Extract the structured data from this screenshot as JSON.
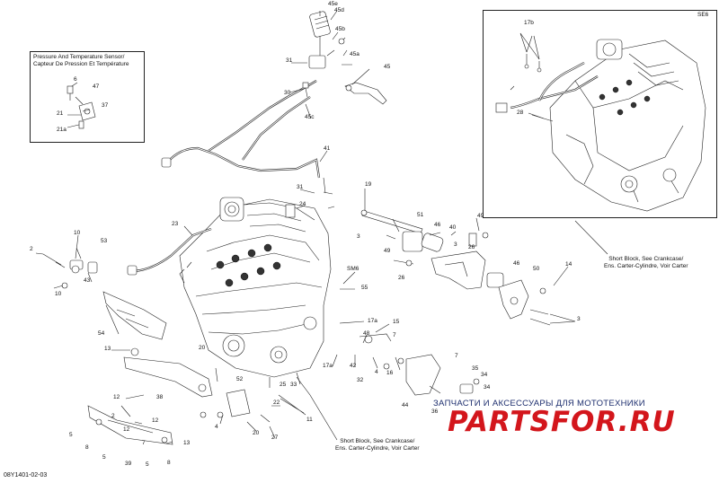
{
  "diagram": {
    "drawing_code": "08Y1401-02-03",
    "inset_pressure": {
      "title": "Pressure And Temperature Sensor/\nCapteur De Pression Et Température",
      "callouts": [
        "6",
        "47",
        "37",
        "21",
        "21a"
      ]
    },
    "inset_se6": {
      "tag": "SE6",
      "callouts": [
        "17b",
        "28"
      ],
      "caption": "Short Block, See Crankcase/\nEns. Carter-Cylindre, Voir Carter"
    },
    "bottom_caption": "Short Block, See Crankcase/\nEns. Carter-Cylindre, Voir Carter",
    "callouts": [
      "45e",
      "45d",
      "45b",
      "45a",
      "45",
      "31",
      "30",
      "45c",
      "41",
      "31",
      "24",
      "19",
      "23",
      "51",
      "46",
      "40",
      "49",
      "3",
      "3",
      "26",
      "49",
      "26",
      "2",
      "10",
      "53",
      "43",
      "10",
      "SM6",
      "55",
      "46",
      "50",
      "14",
      "3",
      "54",
      "17a",
      "15",
      "13",
      "20",
      "48",
      "7",
      "17a",
      "42",
      "7",
      "16",
      "4",
      "35",
      "32",
      "34",
      "36",
      "44",
      "34",
      "38",
      "52",
      "25",
      "33",
      "12",
      "22",
      "11",
      "12",
      "2",
      "5",
      "8",
      "4",
      "20",
      "27",
      "12",
      "13",
      "7",
      "5",
      "39",
      "5",
      "8"
    ],
    "watermark": {
      "tagline": "ЗАПЧАСТИ И АКСЕССУАРЫ ДЛЯ МОТОТЕХНИКИ",
      "brand": "PARTSFOR.RU"
    }
  }
}
